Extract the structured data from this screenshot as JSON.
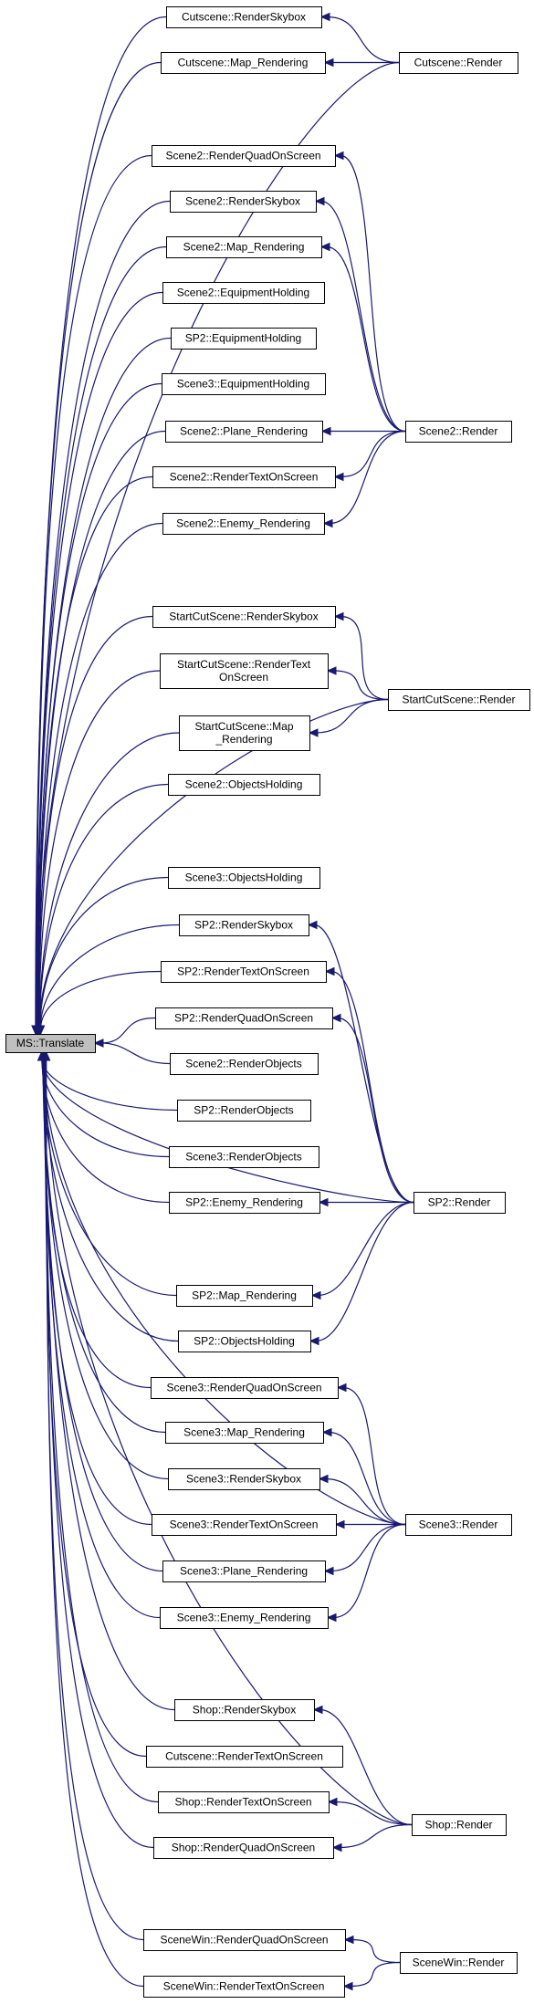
{
  "graph": {
    "title": "",
    "edge_color": "#191970",
    "root_fill": "#bfbfbf",
    "node_fill": "#ffffff",
    "root": "MS::Translate",
    "nodes": [
      {
        "id": "ms_translate",
        "lines": [
          "MS::Translate"
        ],
        "root": true
      },
      {
        "id": "cut_sky",
        "lines": [
          "Cutscene::RenderSkybox"
        ]
      },
      {
        "id": "cut_map",
        "lines": [
          "Cutscene::Map_Rendering"
        ]
      },
      {
        "id": "cut_render",
        "lines": [
          "Cutscene::Render"
        ]
      },
      {
        "id": "s2_quad",
        "lines": [
          "Scene2::RenderQuadOnScreen"
        ]
      },
      {
        "id": "s2_sky",
        "lines": [
          "Scene2::RenderSkybox"
        ]
      },
      {
        "id": "s2_map",
        "lines": [
          "Scene2::Map_Rendering"
        ]
      },
      {
        "id": "s2_equip",
        "lines": [
          "Scene2::EquipmentHolding"
        ]
      },
      {
        "id": "sp2_equip",
        "lines": [
          "SP2::EquipmentHolding"
        ]
      },
      {
        "id": "s3_equip",
        "lines": [
          "Scene3::EquipmentHolding"
        ]
      },
      {
        "id": "s2_plane",
        "lines": [
          "Scene2::Plane_Rendering"
        ]
      },
      {
        "id": "s2_text",
        "lines": [
          "Scene2::RenderTextOnScreen"
        ]
      },
      {
        "id": "s2_enemy",
        "lines": [
          "Scene2::Enemy_Rendering"
        ]
      },
      {
        "id": "s2_render",
        "lines": [
          "Scene2::Render"
        ]
      },
      {
        "id": "sc_sky",
        "lines": [
          "StartCutScene::RenderSkybox"
        ]
      },
      {
        "id": "sc_text",
        "lines": [
          "StartCutScene::RenderText",
          "OnScreen"
        ]
      },
      {
        "id": "sc_map",
        "lines": [
          "StartCutScene::Map",
          "_Rendering"
        ]
      },
      {
        "id": "sc_render",
        "lines": [
          "StartCutScene::Render"
        ]
      },
      {
        "id": "s2_objh",
        "lines": [
          "Scene2::ObjectsHolding"
        ]
      },
      {
        "id": "s3_objh",
        "lines": [
          "Scene3::ObjectsHolding"
        ]
      },
      {
        "id": "sp2_sky",
        "lines": [
          "SP2::RenderSkybox"
        ]
      },
      {
        "id": "sp2_text",
        "lines": [
          "SP2::RenderTextOnScreen"
        ]
      },
      {
        "id": "sp2_quad",
        "lines": [
          "SP2::RenderQuadOnScreen"
        ]
      },
      {
        "id": "s2_robj",
        "lines": [
          "Scene2::RenderObjects"
        ]
      },
      {
        "id": "sp2_robj",
        "lines": [
          "SP2::RenderObjects"
        ]
      },
      {
        "id": "s3_robj",
        "lines": [
          "Scene3::RenderObjects"
        ]
      },
      {
        "id": "sp2_enemy",
        "lines": [
          "SP2::Enemy_Rendering"
        ]
      },
      {
        "id": "sp2_render",
        "lines": [
          "SP2::Render"
        ]
      },
      {
        "id": "sp2_map",
        "lines": [
          "SP2::Map_Rendering"
        ]
      },
      {
        "id": "sp2_objh",
        "lines": [
          "SP2::ObjectsHolding"
        ]
      },
      {
        "id": "s3_quad",
        "lines": [
          "Scene3::RenderQuadOnScreen"
        ]
      },
      {
        "id": "s3_map",
        "lines": [
          "Scene3::Map_Rendering"
        ]
      },
      {
        "id": "s3_sky",
        "lines": [
          "Scene3::RenderSkybox"
        ]
      },
      {
        "id": "s3_text",
        "lines": [
          "Scene3::RenderTextOnScreen"
        ]
      },
      {
        "id": "s3_render",
        "lines": [
          "Scene3::Render"
        ]
      },
      {
        "id": "s3_plane",
        "lines": [
          "Scene3::Plane_Rendering"
        ]
      },
      {
        "id": "s3_enemy",
        "lines": [
          "Scene3::Enemy_Rendering"
        ]
      },
      {
        "id": "shop_sky",
        "lines": [
          "Shop::RenderSkybox"
        ]
      },
      {
        "id": "cut_text",
        "lines": [
          "Cutscene::RenderTextOnScreen"
        ]
      },
      {
        "id": "shop_text",
        "lines": [
          "Shop::RenderTextOnScreen"
        ]
      },
      {
        "id": "shop_render",
        "lines": [
          "Shop::Render"
        ]
      },
      {
        "id": "shop_quad",
        "lines": [
          "Shop::RenderQuadOnScreen"
        ]
      },
      {
        "id": "sw_quad",
        "lines": [
          "SceneWin::RenderQuadOnScreen"
        ]
      },
      {
        "id": "sw_render",
        "lines": [
          "SceneWin::Render"
        ]
      },
      {
        "id": "sw_text",
        "lines": [
          "SceneWin::RenderTextOnScreen"
        ]
      }
    ],
    "edges": [
      [
        "cut_sky",
        "ms_translate"
      ],
      [
        "cut_map",
        "ms_translate"
      ],
      [
        "cut_render",
        "ms_translate"
      ],
      [
        "cut_render",
        "cut_sky"
      ],
      [
        "cut_render",
        "cut_map"
      ],
      [
        "s2_quad",
        "ms_translate"
      ],
      [
        "s2_sky",
        "ms_translate"
      ],
      [
        "s2_map",
        "ms_translate"
      ],
      [
        "s2_equip",
        "ms_translate"
      ],
      [
        "sp2_equip",
        "ms_translate"
      ],
      [
        "s3_equip",
        "ms_translate"
      ],
      [
        "s2_plane",
        "ms_translate"
      ],
      [
        "s2_text",
        "ms_translate"
      ],
      [
        "s2_enemy",
        "ms_translate"
      ],
      [
        "s2_render",
        "s2_quad"
      ],
      [
        "s2_render",
        "s2_sky"
      ],
      [
        "s2_render",
        "s2_map"
      ],
      [
        "s2_render",
        "s2_plane"
      ],
      [
        "s2_render",
        "s2_text"
      ],
      [
        "s2_render",
        "s2_enemy"
      ],
      [
        "sc_sky",
        "ms_translate"
      ],
      [
        "sc_text",
        "ms_translate"
      ],
      [
        "sc_map",
        "ms_translate"
      ],
      [
        "sc_render",
        "sc_sky"
      ],
      [
        "sc_render",
        "sc_text"
      ],
      [
        "sc_render",
        "sc_map"
      ],
      [
        "sc_render",
        "ms_translate"
      ],
      [
        "s2_objh",
        "ms_translate"
      ],
      [
        "s3_objh",
        "ms_translate"
      ],
      [
        "sp2_sky",
        "ms_translate"
      ],
      [
        "sp2_text",
        "ms_translate"
      ],
      [
        "sp2_quad",
        "ms_translate"
      ],
      [
        "s2_robj",
        "ms_translate"
      ],
      [
        "sp2_robj",
        "ms_translate"
      ],
      [
        "s3_robj",
        "ms_translate"
      ],
      [
        "sp2_enemy",
        "ms_translate"
      ],
      [
        "sp2_map",
        "ms_translate"
      ],
      [
        "sp2_objh",
        "ms_translate"
      ],
      [
        "sp2_render",
        "sp2_sky"
      ],
      [
        "sp2_render",
        "sp2_text"
      ],
      [
        "sp2_render",
        "sp2_quad"
      ],
      [
        "sp2_render",
        "sp2_enemy"
      ],
      [
        "sp2_render",
        "sp2_map"
      ],
      [
        "sp2_render",
        "sp2_objh"
      ],
      [
        "sp2_render",
        "ms_translate"
      ],
      [
        "s3_quad",
        "ms_translate"
      ],
      [
        "s3_map",
        "ms_translate"
      ],
      [
        "s3_sky",
        "ms_translate"
      ],
      [
        "s3_text",
        "ms_translate"
      ],
      [
        "s3_plane",
        "ms_translate"
      ],
      [
        "s3_enemy",
        "ms_translate"
      ],
      [
        "s3_render",
        "s3_quad"
      ],
      [
        "s3_render",
        "s3_map"
      ],
      [
        "s3_render",
        "s3_sky"
      ],
      [
        "s3_render",
        "s3_text"
      ],
      [
        "s3_render",
        "s3_plane"
      ],
      [
        "s3_render",
        "s3_enemy"
      ],
      [
        "s3_render",
        "ms_translate"
      ],
      [
        "shop_sky",
        "ms_translate"
      ],
      [
        "cut_text",
        "ms_translate"
      ],
      [
        "shop_text",
        "ms_translate"
      ],
      [
        "shop_quad",
        "ms_translate"
      ],
      [
        "shop_render",
        "shop_sky"
      ],
      [
        "shop_render",
        "shop_text"
      ],
      [
        "shop_render",
        "shop_quad"
      ],
      [
        "shop_render",
        "ms_translate"
      ],
      [
        "sw_quad",
        "ms_translate"
      ],
      [
        "sw_text",
        "ms_translate"
      ],
      [
        "sw_render",
        "sw_quad"
      ],
      [
        "sw_render",
        "sw_text"
      ]
    ]
  }
}
